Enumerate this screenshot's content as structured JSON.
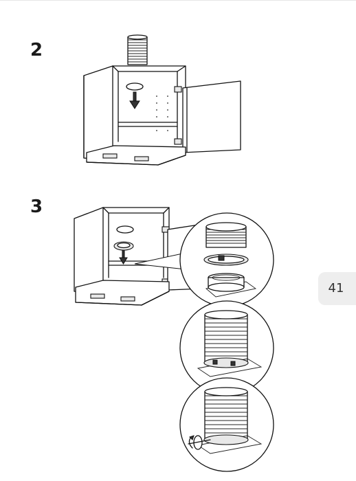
{
  "steps": [
    {
      "number": "2"
    },
    {
      "number": "3"
    }
  ],
  "page_number": "41"
}
